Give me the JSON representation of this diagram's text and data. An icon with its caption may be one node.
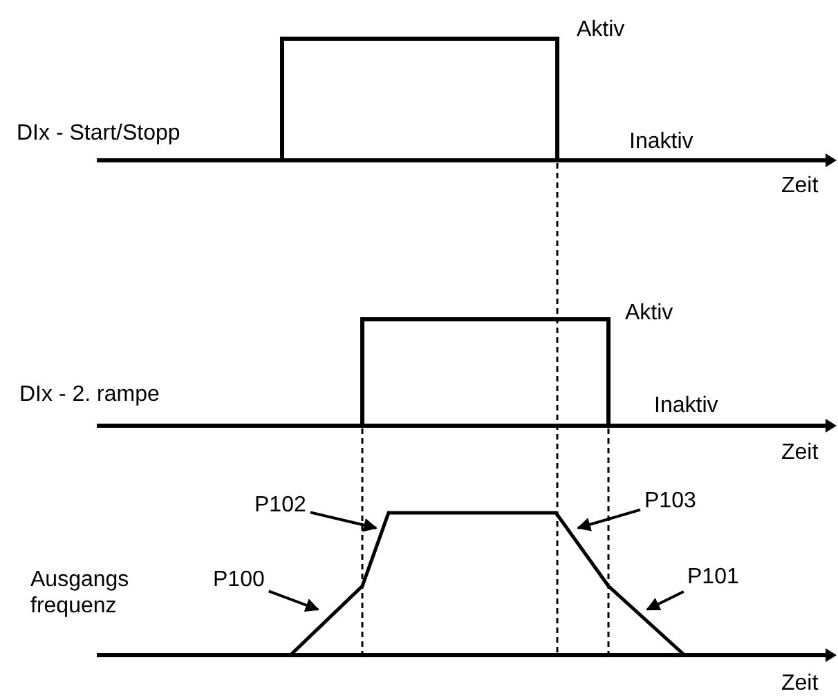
{
  "diagram": {
    "nodes": [
      {
        "text": [
          "P102"
        ]
      },
      {
        "text": [
          "P103"
        ]
      },
      {
        "text": [
          "P100"
        ]
      },
      {
        "text": [
          "P101"
        ]
      }
    ],
    "edges": [
      {
        "from": 0,
        "to": null,
        "arrow": "to"
      },
      {
        "from": 1,
        "to": null,
        "arrow": "to"
      },
      {
        "from": 2,
        "to": null,
        "arrow": "to"
      },
      {
        "from": 3,
        "to": null,
        "arrow": "to"
      }
    ],
    "labels": [
      "Aktiv",
      "DIx - Start/Stopp",
      "Inaktiv",
      "Zeit",
      "Aktiv",
      "DIx - 2. rampe",
      "Inaktiv",
      "Zeit",
      "Ausgangs frequenz",
      "Zeit"
    ]
  }
}
